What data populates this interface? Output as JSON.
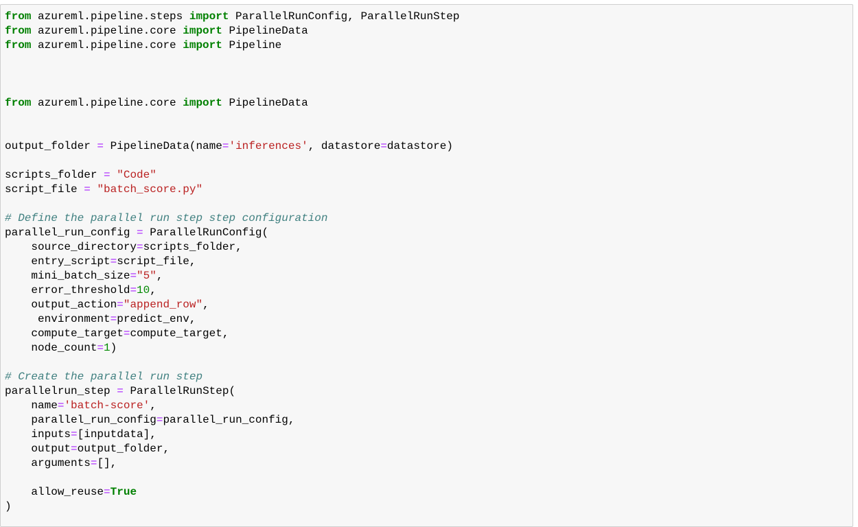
{
  "cell": {
    "lines": [
      [
        [
          "kw",
          "from"
        ],
        [
          "t",
          " azureml.pipeline.steps "
        ],
        [
          "kw",
          "import"
        ],
        [
          "t",
          " ParallelRunConfig, ParallelRunStep"
        ]
      ],
      [
        [
          "kw",
          "from"
        ],
        [
          "t",
          " azureml.pipeline.core "
        ],
        [
          "kw",
          "import"
        ],
        [
          "t",
          " PipelineData"
        ]
      ],
      [
        [
          "kw",
          "from"
        ],
        [
          "t",
          " azureml.pipeline.core "
        ],
        [
          "kw",
          "import"
        ],
        [
          "t",
          " Pipeline"
        ]
      ],
      [],
      [],
      [],
      [
        [
          "kw",
          "from"
        ],
        [
          "t",
          " azureml.pipeline.core "
        ],
        [
          "kw",
          "import"
        ],
        [
          "t",
          " PipelineData"
        ]
      ],
      [],
      [],
      [
        [
          "t",
          "output_folder "
        ],
        [
          "op",
          "="
        ],
        [
          "t",
          " PipelineData(name"
        ],
        [
          "op",
          "="
        ],
        [
          "str",
          "'inferences'"
        ],
        [
          "t",
          ", datastore"
        ],
        [
          "op",
          "="
        ],
        [
          "t",
          "datastore)"
        ]
      ],
      [],
      [
        [
          "t",
          "scripts_folder "
        ],
        [
          "op",
          "="
        ],
        [
          "t",
          " "
        ],
        [
          "str",
          "\"Code\""
        ]
      ],
      [
        [
          "t",
          "script_file "
        ],
        [
          "op",
          "="
        ],
        [
          "t",
          " "
        ],
        [
          "str",
          "\"batch_score.py\""
        ]
      ],
      [],
      [
        [
          "cm",
          "# Define the parallel run step step configuration"
        ]
      ],
      [
        [
          "t",
          "parallel_run_config "
        ],
        [
          "op",
          "="
        ],
        [
          "t",
          " ParallelRunConfig("
        ]
      ],
      [
        [
          "t",
          "    source_directory"
        ],
        [
          "op",
          "="
        ],
        [
          "t",
          "scripts_folder,"
        ]
      ],
      [
        [
          "t",
          "    entry_script"
        ],
        [
          "op",
          "="
        ],
        [
          "t",
          "script_file,"
        ]
      ],
      [
        [
          "t",
          "    mini_batch_size"
        ],
        [
          "op",
          "="
        ],
        [
          "str",
          "\"5\""
        ],
        [
          "t",
          ","
        ]
      ],
      [
        [
          "t",
          "    error_threshold"
        ],
        [
          "op",
          "="
        ],
        [
          "num",
          "10"
        ],
        [
          "t",
          ","
        ]
      ],
      [
        [
          "t",
          "    output_action"
        ],
        [
          "op",
          "="
        ],
        [
          "str",
          "\"append_row\""
        ],
        [
          "t",
          ","
        ]
      ],
      [
        [
          "t",
          "     environment"
        ],
        [
          "op",
          "="
        ],
        [
          "t",
          "predict_env,"
        ]
      ],
      [
        [
          "t",
          "    compute_target"
        ],
        [
          "op",
          "="
        ],
        [
          "t",
          "compute_target,"
        ]
      ],
      [
        [
          "t",
          "    node_count"
        ],
        [
          "op",
          "="
        ],
        [
          "num",
          "1"
        ],
        [
          "t",
          ")"
        ]
      ],
      [],
      [
        [
          "cm",
          "# Create the parallel run step"
        ]
      ],
      [
        [
          "t",
          "parallelrun_step "
        ],
        [
          "op",
          "="
        ],
        [
          "t",
          " ParallelRunStep("
        ]
      ],
      [
        [
          "t",
          "    name"
        ],
        [
          "op",
          "="
        ],
        [
          "str",
          "'batch-score'"
        ],
        [
          "t",
          ","
        ]
      ],
      [
        [
          "t",
          "    parallel_run_config"
        ],
        [
          "op",
          "="
        ],
        [
          "t",
          "parallel_run_config,"
        ]
      ],
      [
        [
          "t",
          "    inputs"
        ],
        [
          "op",
          "="
        ],
        [
          "t",
          "[inputdata],"
        ]
      ],
      [
        [
          "t",
          "    output"
        ],
        [
          "op",
          "="
        ],
        [
          "t",
          "output_folder,"
        ]
      ],
      [
        [
          "t",
          "    arguments"
        ],
        [
          "op",
          "="
        ],
        [
          "t",
          "[],"
        ]
      ],
      [],
      [
        [
          "t",
          "    allow_reuse"
        ],
        [
          "op",
          "="
        ],
        [
          "kw",
          "True"
        ]
      ],
      [
        [
          "t",
          ")"
        ]
      ]
    ]
  }
}
